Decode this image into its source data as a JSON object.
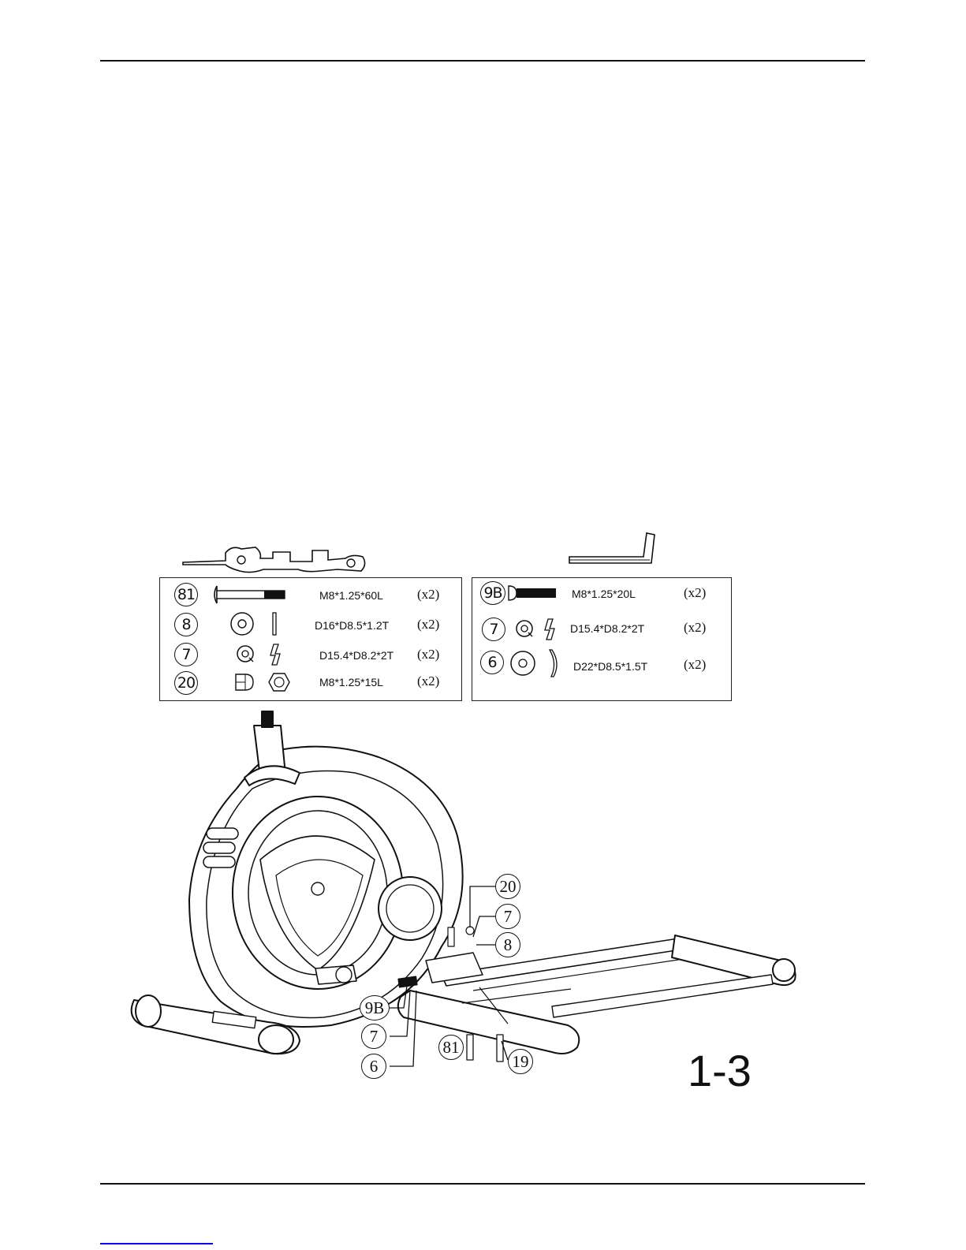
{
  "step": "1-3",
  "tools": [
    {
      "name": "wrench-icon"
    },
    {
      "name": "allen-key-icon"
    }
  ],
  "left_kit": [
    {
      "part": "81",
      "spec": "M8*1.25*60L",
      "qty": "(x2)",
      "icon": "carriage-bolt-icon"
    },
    {
      "part": "8",
      "spec": "D16*D8.5*1.2T",
      "qty": "(x2)",
      "icon": "flat-washer-icon"
    },
    {
      "part": "7",
      "spec": "D15.4*D8.2*2T",
      "qty": "(x2)",
      "icon": "spring-washer-icon"
    },
    {
      "part": "20",
      "spec": "M8*1.25*15L",
      "qty": "(x2)",
      "icon": "cap-nut-icon"
    }
  ],
  "right_kit": [
    {
      "part": "9B",
      "spec": "M8*1.25*20L",
      "qty": "(x2)",
      "icon": "button-bolt-icon"
    },
    {
      "part": "7",
      "spec": "D15.4*D8.2*2T",
      "qty": "(x2)",
      "icon": "spring-washer-icon"
    },
    {
      "part": "6",
      "spec": "D22*D8.5*1.5T",
      "qty": "(x2)",
      "icon": "curved-washer-icon"
    }
  ],
  "callouts": [
    "20",
    "7",
    "8",
    "9B",
    "7",
    "6",
    "81",
    "19"
  ]
}
